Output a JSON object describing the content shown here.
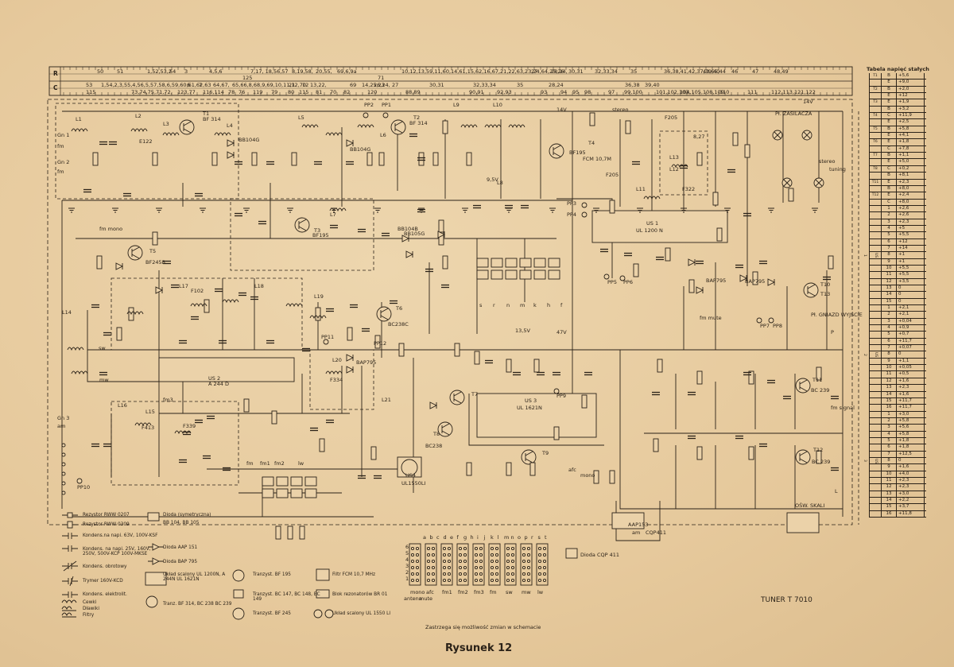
{
  "grid": {
    "row_labels": [
      "R",
      "C"
    ],
    "r_cells": [
      "50",
      "51",
      "1,52,53,2",
      "54",
      "3",
      "4,5,6",
      "7,17, 18,56,57",
      "8,19,58,",
      "20,55,",
      "69,6,9a",
      "10,12,13,59,11,60,14,61,15,62,16,67,21,22,63,23,24,64,25,26",
      "27",
      "28,24,",
      "30,31",
      "32,33,34",
      "35",
      "36,38,41,42,37,39,40",
      "43,65,44",
      "46",
      "47",
      "48,49"
    ],
    "r_sub": [
      "125",
      "71"
    ],
    "c_cells": [
      "53",
      "1,54,2,3,55,4,56,5,57,58,6,59,60,61,62,63",
      "6",
      "7",
      "64,67,",
      "65,66,8,68,9,69,10,11,12,70",
      "21",
      "12",
      "13,22,",
      "69",
      "14,25,23",
      "26,24,",
      "27",
      "28,24",
      "30,31",
      "32,33,34",
      "35",
      "36,38",
      "39,40"
    ],
    "c_sub": [
      "115",
      "73,74,75,71,72,",
      "123,77",
      "116,114",
      "78",
      "76",
      "119",
      "79",
      "80",
      "115",
      "81",
      "70",
      "82",
      "120",
      "88,89",
      "90,91",
      "92,93",
      "93",
      "94",
      "95",
      "98",
      "97",
      "99,100",
      "101,102,103,",
      "104,105,108,109",
      "110",
      "111",
      "112,113,121,122"
    ]
  },
  "schematic": {
    "labels": [
      "Gn 1",
      "fm",
      "Gn 2",
      "fm",
      "Gn 3",
      "am",
      "PP1",
      "PP2",
      "PP3",
      "PP4",
      "PP5",
      "PP6",
      "PP7",
      "PP8",
      "PP9",
      "PP10",
      "PP11",
      "PP12",
      "L1",
      "L2",
      "L3",
      "L4",
      "L5",
      "L6",
      "L7",
      "L8",
      "L9",
      "L10",
      "L11",
      "L12",
      "L13",
      "L14",
      "L15",
      "L16",
      "L17",
      "L18",
      "L19",
      "L20",
      "L21",
      "T1",
      "T2",
      "T3",
      "T4",
      "T5",
      "T6",
      "T7",
      "T8",
      "T9",
      "T10",
      "T11",
      "T12",
      "T13",
      "BF 314",
      "BF 314",
      "BF195",
      "BF245B",
      "BC238",
      "BC238C",
      "BC 239",
      "BC 239",
      "BF195",
      "US 1",
      "UL 1200 N",
      "US 2",
      "A 244 D",
      "US 3",
      "UL 1621N",
      "US4",
      "UL1550LI",
      "FCM 10,7M",
      "F205",
      "F205",
      "F322",
      "F413",
      "F339",
      "F334",
      "F102",
      "E122",
      "BB104G",
      "BB104G",
      "BB104B",
      "BB105G",
      "BAP795",
      "BAP795",
      "BAP795",
      "AAP153",
      "CQP411",
      "stereo",
      "14V",
      "9,5V",
      "13,5V",
      "47V",
      "14V",
      "Pł. ZASILACZA",
      "OŚW. SKALI",
      "Pł. GNIAZD WYJŚCIE",
      "fm mute",
      "afc",
      "mono",
      "fm mono",
      "sw",
      "mw",
      "lw",
      "fm",
      "fm1",
      "fm2",
      "fm3",
      "am",
      "stereo",
      "tuning",
      "fm signal",
      "L",
      "P",
      "8,27"
    ],
    "switch_letters": [
      "s",
      "r",
      "n",
      "m",
      "k",
      "h",
      "f"
    ],
    "band_switch": [
      "mono",
      "afc",
      "fm1",
      "fm2",
      "fm3",
      "fm",
      "sw",
      "mw",
      "lw"
    ],
    "band_switch_sub": [
      "antena",
      "mute"
    ],
    "band_switch_letters": [
      "a",
      "b",
      "c",
      "d",
      "e",
      "f",
      "g",
      "h",
      "i",
      "j",
      "k",
      "l",
      "m",
      "n",
      "o",
      "p",
      "r",
      "s",
      "t"
    ]
  },
  "legend": {
    "items": [
      "Rezystor RWW 0207",
      "Rezystor RWW 0309",
      "Kondens.na napi. 63V, 100V-KSF",
      "Kondens. na napi. 25V, 160V, 250V, 500V-KCP 100V-MKSE",
      "Kondens. obrotowy",
      "Trymer 160V-KCD",
      "Kondens. elektrolit.",
      "Cewki",
      "Dławiki",
      "Filtry",
      "Dioda (symetryczna)",
      "BB 104, BB 105",
      "Dioda AAP 151",
      "Dioda BAP 795",
      "Układ scalony UL 1200N, A 244N UL 1621N",
      "Tranzyst. BF 195",
      "Tranzyst. BC 147, BC 148, BC 149",
      "Tranzyst. BF 245",
      "Tranz. BF 314, BC 238 BC 239",
      "Filtr FCM 10,7 MHz",
      "Blok rezonatorów BR 01",
      "Układ scalony UL 1550 LI",
      "Dioda CQP 411"
    ]
  },
  "side_table": {
    "title": "Tabela napięć stałych",
    "groups": [
      {
        "name": "T1",
        "rows": [
          [
            "B",
            "+5,6"
          ],
          [
            "E",
            "+9,0"
          ]
        ]
      },
      {
        "name": "T2",
        "rows": [
          [
            "B",
            "+2,0"
          ],
          [
            "E",
            "+12"
          ]
        ]
      },
      {
        "name": "T3",
        "rows": [
          [
            "E",
            "+1,9"
          ],
          [
            "B",
            "+3,2"
          ]
        ]
      },
      {
        "name": "T4",
        "rows": [
          [
            "C",
            "+11,9"
          ],
          [
            "E",
            "+2,5"
          ]
        ]
      },
      {
        "name": "T5",
        "rows": [
          [
            "B",
            "+5,8"
          ],
          [
            "E",
            "+4,1"
          ]
        ]
      },
      {
        "name": "T6",
        "rows": [
          [
            "E",
            "+1,8"
          ],
          [
            "C",
            "+7,8"
          ]
        ]
      },
      {
        "name": "T7",
        "rows": [
          [
            "B",
            "+1,1"
          ],
          [
            "E",
            "+5,0"
          ]
        ]
      },
      {
        "name": "T8",
        "rows": [
          [
            "C",
            "+0,2"
          ],
          [
            "B",
            "+8,1"
          ]
        ]
      },
      {
        "name": "T11",
        "rows": [
          [
            "E",
            "+2,3"
          ],
          [
            "B",
            "+8,0"
          ]
        ]
      },
      {
        "name": "T12",
        "rows": [
          [
            "E",
            "+2,4"
          ],
          [
            "C",
            "+8,0"
          ]
        ]
      },
      {
        "name": "US 1",
        "rows": [
          [
            "1",
            "+2,6"
          ],
          [
            "2",
            "+2,6"
          ],
          [
            "3",
            "+2,3"
          ],
          [
            "4",
            "+5"
          ],
          [
            "5",
            "+5,5"
          ],
          [
            "6",
            "+12"
          ],
          [
            "7",
            "+14"
          ],
          [
            "8",
            "+1"
          ],
          [
            "9",
            "+1"
          ],
          [
            "10",
            "+5,5"
          ],
          [
            "11",
            "+5,5"
          ],
          [
            "12",
            "+3,5"
          ],
          [
            "13",
            "0"
          ],
          [
            "14",
            "0"
          ],
          [
            "15",
            "0"
          ]
        ]
      },
      {
        "name": "US 2",
        "rows": [
          [
            "1",
            "+2,1"
          ],
          [
            "2",
            "+2,1"
          ],
          [
            "3",
            "+0,04"
          ],
          [
            "4",
            "+0,9"
          ],
          [
            "5",
            "+0,7"
          ],
          [
            "6",
            "+11,7"
          ],
          [
            "7",
            "+0,07"
          ],
          [
            "8",
            "0"
          ],
          [
            "9",
            "+1,1"
          ],
          [
            "10",
            "+0,05"
          ],
          [
            "11",
            "+0,5"
          ],
          [
            "12",
            "+1,6"
          ],
          [
            "13",
            "+2,3"
          ],
          [
            "14",
            "+1,6"
          ],
          [
            "15",
            "+11,7"
          ],
          [
            "16",
            "+11,7"
          ]
        ]
      },
      {
        "name": "US 3",
        "rows": [
          [
            "1",
            "+3,0"
          ],
          [
            "2",
            "+5,8"
          ],
          [
            "3",
            "+5,6"
          ],
          [
            "4",
            "+5,8"
          ],
          [
            "5",
            "+1,8"
          ],
          [
            "6",
            "+1,8"
          ],
          [
            "7",
            "+12,5"
          ],
          [
            "8",
            "0"
          ],
          [
            "9",
            "+1,6"
          ],
          [
            "10",
            "+4,0"
          ],
          [
            "11",
            "+2,3"
          ],
          [
            "12",
            "+2,3"
          ],
          [
            "13",
            "+3,0"
          ],
          [
            "14",
            "+2,2"
          ],
          [
            "15",
            "+3,7"
          ],
          [
            "16",
            "+11,8"
          ]
        ]
      }
    ]
  },
  "footer": {
    "note": "Zastrzega się możliwość zmian w schemacie",
    "caption": "Rysunek 12",
    "model": "TUNER T 7010"
  }
}
